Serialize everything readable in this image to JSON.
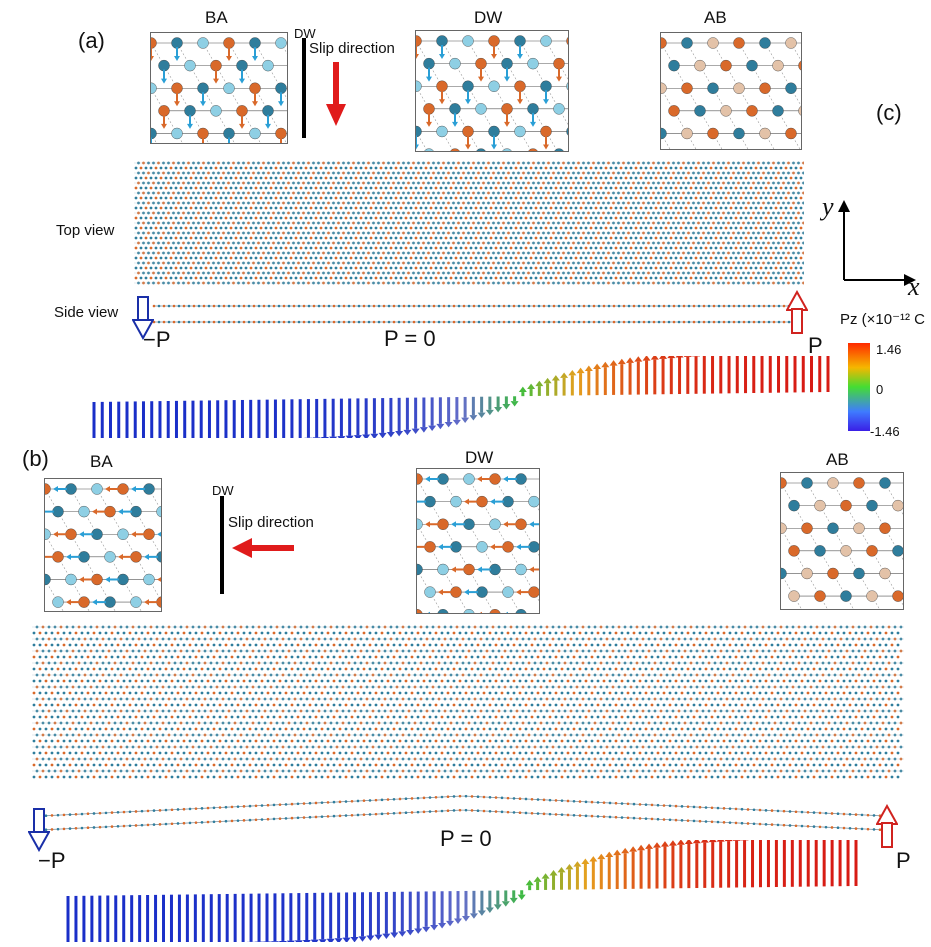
{
  "figure": {
    "panel_a": {
      "letter": "(a)",
      "inset_labels": {
        "left": "BA",
        "center": "DW",
        "right": "AB"
      },
      "dw_marker": "DW",
      "slip_label": "Slip direction",
      "top_view_label": "Top view",
      "side_view_label": "Side view",
      "neg_p": "−P",
      "pos_p": "P",
      "zero_p": "P = 0"
    },
    "panel_b": {
      "letter": "(b)",
      "inset_labels": {
        "left": "BA",
        "center": "DW",
        "right": "AB"
      },
      "dw_marker": "DW",
      "slip_label": "Slip direction",
      "neg_p": "−P",
      "pos_p": "P",
      "zero_p": "P = 0"
    },
    "panel_c": {
      "letter": "(c)"
    },
    "axes": {
      "y": "y",
      "x": "x"
    },
    "colorbar": {
      "title": "Pz (×10⁻¹² C",
      "max": "1.46",
      "mid": "0",
      "min": "-1.46"
    },
    "colors": {
      "orange_atom": "#d9692a",
      "teal_atom": "#2f7d9c",
      "light_blue_atom": "#8ecfe4",
      "tan_atom": "#e3c2a8",
      "slip_arrow": "#e01b1b",
      "neg_p_arrow": "#1a2fa8",
      "pos_p_arrow": "#d0231f"
    }
  }
}
